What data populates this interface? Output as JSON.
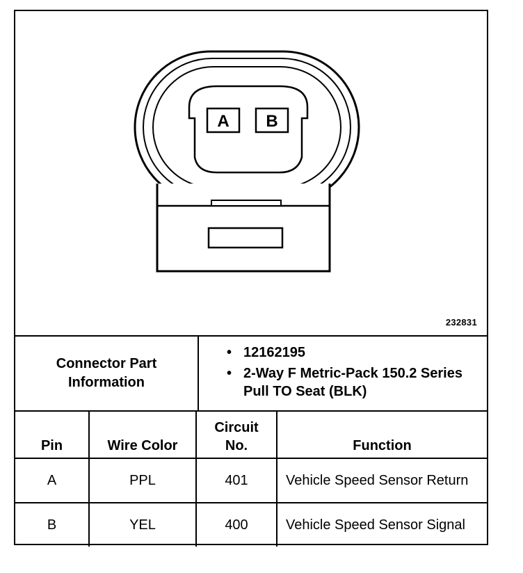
{
  "diagram": {
    "pin_labels": [
      "A",
      "B"
    ],
    "figure_id": "232831"
  },
  "part_info": {
    "label": "Connector Part Information",
    "items": [
      "12162195",
      "2-Way F Metric-Pack 150.2 Series Pull TO Seat (BLK)"
    ],
    "bullet": "•"
  },
  "table": {
    "headers": {
      "pin": "Pin",
      "wire_color": "Wire Color",
      "circuit": "Circuit No.",
      "function": "Function"
    },
    "rows": [
      {
        "pin": "A",
        "wire_color": "PPL",
        "circuit": "401",
        "function": "Vehicle Speed Sensor Return"
      },
      {
        "pin": "B",
        "wire_color": "YEL",
        "circuit": "400",
        "function": "Vehicle Speed Sensor Signal"
      }
    ]
  }
}
